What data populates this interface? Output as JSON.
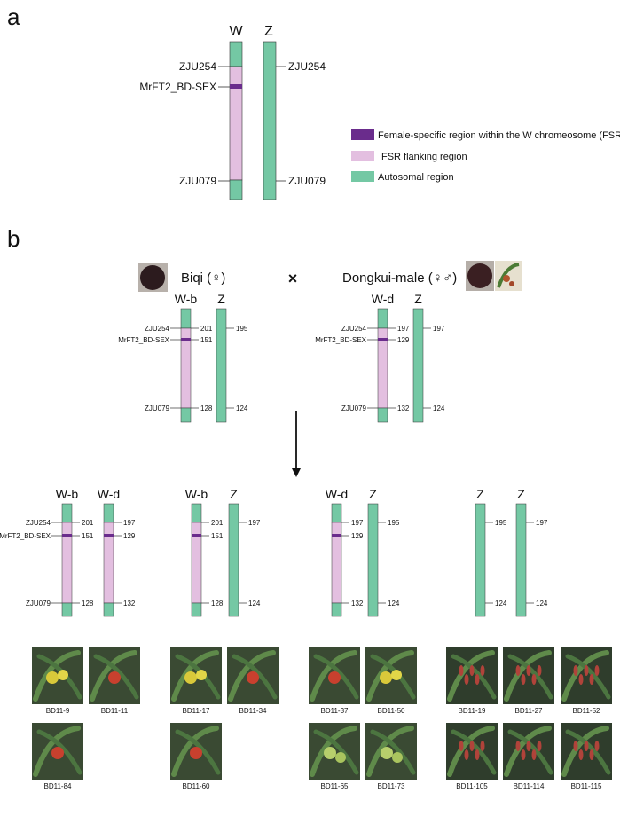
{
  "colors": {
    "fsr": "#6a2c8c",
    "flank": "#e3bfe0",
    "auto": "#74c8a4",
    "outline": "#333333"
  },
  "panel_a": {
    "label": "a",
    "chromosomes": [
      {
        "name": "W",
        "markers_left": [
          "ZJU254",
          "MrFT2_BD-SEX",
          "ZJU079"
        ]
      },
      {
        "name": "Z",
        "markers_right": [
          "ZJU254",
          "ZJU079"
        ]
      }
    ],
    "legend": [
      {
        "color_key": "fsr",
        "text": "Female-specific region within the W chromeosome (FSR)"
      },
      {
        "color_key": "flank",
        "text": "FSR flanking region"
      },
      {
        "color_key": "auto",
        "text": "Autosomal region"
      }
    ]
  },
  "panel_b": {
    "label": "b",
    "cross_symbol": "×",
    "parents": [
      {
        "name": "Biqi (♀)",
        "chromosomes": [
          {
            "name": "W-b",
            "type": "W",
            "markers": [
              "ZJU254",
              "MrFT2_BD-SEX",
              "ZJU079"
            ],
            "values": [
              "201",
              "151",
              "128"
            ]
          },
          {
            "name": "Z",
            "type": "Z",
            "values": [
              "195",
              "124"
            ]
          }
        ]
      },
      {
        "name": "Dongkui-male (♀♂)",
        "chromosomes": [
          {
            "name": "W-d",
            "type": "W",
            "markers": [
              "ZJU254",
              "MrFT2_BD-SEX",
              "ZJU079"
            ],
            "values": [
              "197",
              "129",
              "132"
            ]
          },
          {
            "name": "Z",
            "type": "Z",
            "values": [
              "197",
              "124"
            ]
          }
        ]
      }
    ],
    "offspring": [
      {
        "markers": [
          "ZJU254",
          "MrFT2_BD-SEX",
          "ZJU079"
        ],
        "chromosomes": [
          {
            "name": "W-b",
            "type": "W",
            "values": [
              "201",
              "151",
              "128"
            ]
          },
          {
            "name": "W-d",
            "type": "W",
            "values": [
              "197",
              "129",
              "132"
            ]
          }
        ],
        "photos": [
          {
            "caption": "BD11-9",
            "kind": "yellow"
          },
          {
            "caption": "BD11-11",
            "kind": "red"
          },
          {
            "caption": "BD11-84",
            "kind": "red"
          }
        ]
      },
      {
        "chromosomes": [
          {
            "name": "W-b",
            "type": "W",
            "values": [
              "201",
              "151",
              "128"
            ]
          },
          {
            "name": "Z",
            "type": "Z",
            "values": [
              "197",
              "124"
            ]
          }
        ],
        "photos": [
          {
            "caption": "BD11-17",
            "kind": "yellow"
          },
          {
            "caption": "BD11-34",
            "kind": "red"
          },
          {
            "caption": "BD11-60",
            "kind": "red"
          }
        ]
      },
      {
        "chromosomes": [
          {
            "name": "W-d",
            "type": "W",
            "values": [
              "197",
              "129",
              "132"
            ]
          },
          {
            "name": "Z",
            "type": "Z",
            "values": [
              "195",
              "124"
            ]
          }
        ],
        "photos": [
          {
            "caption": "BD11-37",
            "kind": "red"
          },
          {
            "caption": "BD11-50",
            "kind": "yellow"
          },
          {
            "caption": "BD11-65",
            "kind": "green"
          },
          {
            "caption": "BD11-73",
            "kind": "green"
          }
        ]
      },
      {
        "chromosomes": [
          {
            "name": "Z",
            "type": "Z",
            "values": [
              "195",
              "124"
            ]
          },
          {
            "name": "Z",
            "type": "Z",
            "values": [
              "197",
              "124"
            ]
          }
        ],
        "photos": [
          {
            "caption": "BD11-19",
            "kind": "flower"
          },
          {
            "caption": "BD11-27",
            "kind": "flower"
          },
          {
            "caption": "BD11-52",
            "kind": "flower"
          },
          {
            "caption": "BD11-105",
            "kind": "flower"
          },
          {
            "caption": "BD11-114",
            "kind": "flower"
          },
          {
            "caption": "BD11-115",
            "kind": "flower"
          }
        ]
      }
    ]
  }
}
